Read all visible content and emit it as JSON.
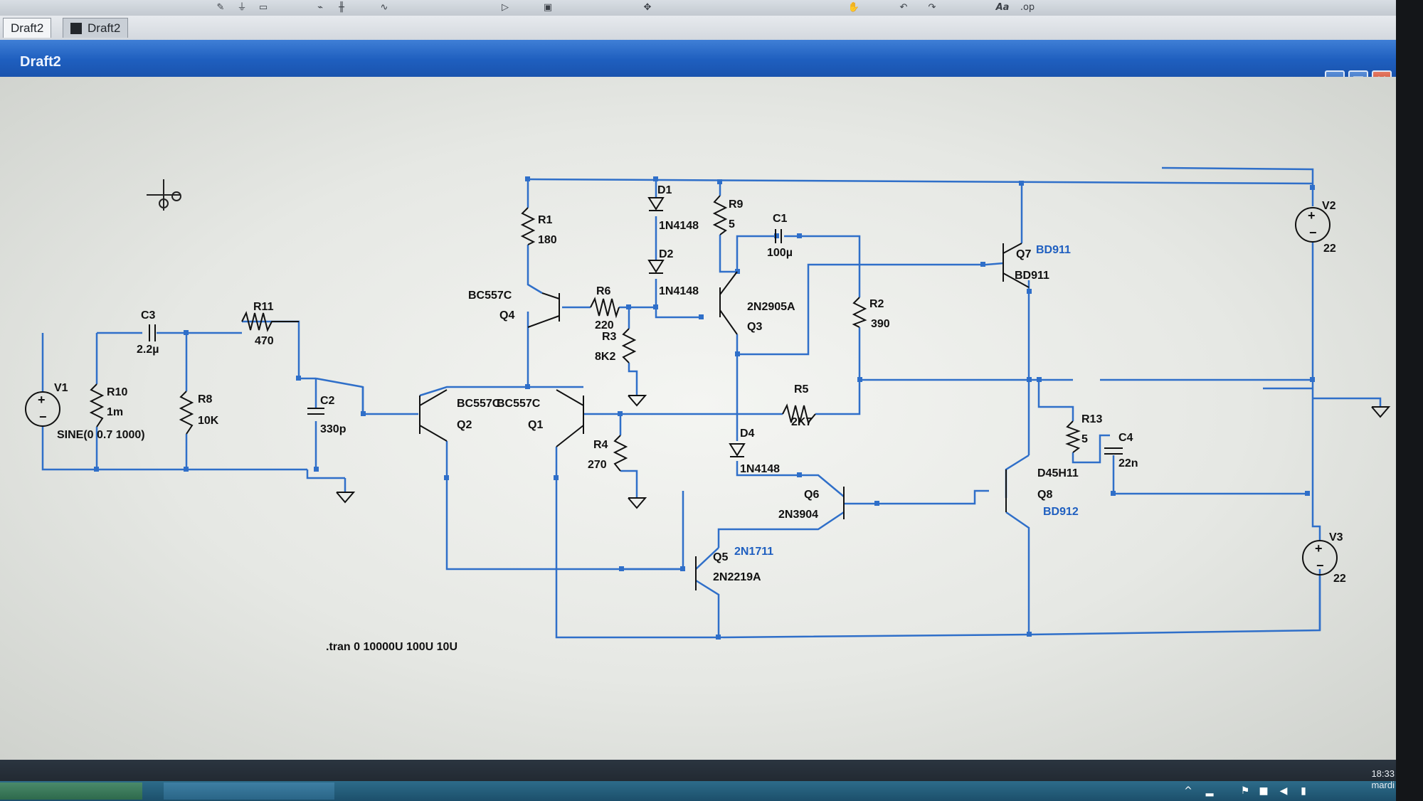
{
  "app": {
    "tabs": [
      {
        "label": "Draft2",
        "active": true
      },
      {
        "label": "Draft2",
        "active": false
      }
    ],
    "window_title": "Draft2",
    "toolbar_icons": [
      "draw-wire-icon",
      "ground-icon",
      "label-icon",
      "resistor-icon",
      "capacitor-icon",
      "inductor-icon",
      "diode-icon",
      "component-icon",
      "move-icon",
      "drag-icon",
      "undo-icon",
      "redo-icon",
      "text-icon",
      "spice-directive-icon"
    ],
    "toolbar_text": {
      "text_tool": "Aa",
      "op_tool": ".op"
    }
  },
  "schematic": {
    "components": {
      "V1": {
        "name": "V1",
        "value": "SINE(0 0.7 1000)"
      },
      "V2": {
        "name": "V2",
        "value": "22"
      },
      "V3": {
        "name": "V3",
        "value": "22"
      },
      "R1": {
        "name": "R1",
        "value": "180"
      },
      "R2": {
        "name": "R2",
        "value": "390"
      },
      "R3": {
        "name": "R3",
        "value": "8K2"
      },
      "R4": {
        "name": "R4",
        "value": "270"
      },
      "R5": {
        "name": "R5",
        "value": "2K7"
      },
      "R6": {
        "name": "R6",
        "value": "220"
      },
      "R8": {
        "name": "R8",
        "value": "10K"
      },
      "R9": {
        "name": "R9",
        "value": "5"
      },
      "R10": {
        "name": "R10",
        "value": "1m"
      },
      "R11": {
        "name": "R11",
        "value": "470"
      },
      "R13": {
        "name": "R13",
        "value": "5"
      },
      "C1": {
        "name": "C1",
        "value": "100µ"
      },
      "C2": {
        "name": "C2",
        "value": "330p"
      },
      "C3": {
        "name": "C3",
        "value": "2.2µ"
      },
      "C4": {
        "name": "C4",
        "value": "22n"
      },
      "D1": {
        "name": "D1",
        "value": "1N4148"
      },
      "D2": {
        "name": "D2",
        "value": "1N4148"
      },
      "D4": {
        "name": "D4",
        "value": "1N4148"
      },
      "Q1": {
        "name": "Q1",
        "value": "BC557C"
      },
      "Q2": {
        "name": "Q2",
        "value": "BC557C"
      },
      "Q3": {
        "name": "Q3",
        "value": "2N2905A"
      },
      "Q4": {
        "name": "Q4",
        "value": "BC557C"
      },
      "Q5": {
        "name": "Q5",
        "value": "2N2219A",
        "note": "2N1711"
      },
      "Q6": {
        "name": "Q6",
        "value": "2N3904"
      },
      "Q7": {
        "name": "Q7",
        "value": "BD911",
        "note": "BD911"
      },
      "Q8": {
        "name": "Q8",
        "value": "D45H11",
        "note": "BD912"
      }
    },
    "directive": ".tran 0 10000U 100U 10U"
  },
  "taskbar": {
    "time": "18:33",
    "day": "mardi"
  },
  "colors": {
    "wire": "#2f6fc9",
    "titlebar": "#1f5fbf",
    "canvas": "#e8eae6",
    "label_blue": "#1f5fc0"
  }
}
